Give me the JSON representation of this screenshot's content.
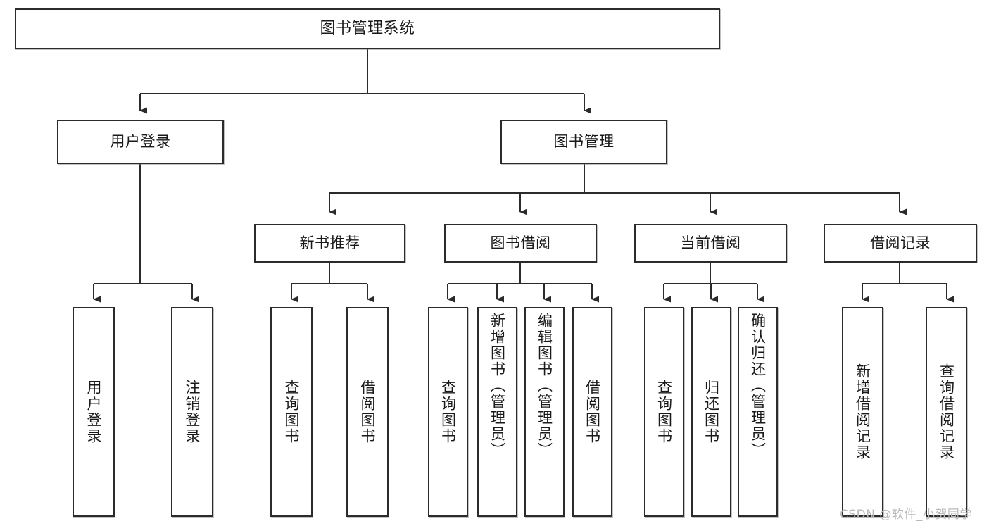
{
  "diagram": {
    "title": "图书管理系统",
    "type": "tree",
    "stroke_color": "#2b2b2b",
    "fill_color": "#ffffff",
    "text_color": "#1a1a1a",
    "watermark": "CSDN @软件_小贺同学",
    "levels": {
      "root": {
        "label": "图书管理系统"
      },
      "level2": [
        {
          "label": "用户登录"
        },
        {
          "label": "图书管理"
        }
      ],
      "level3": [
        {
          "label": "新书推荐"
        },
        {
          "label": "图书借阅"
        },
        {
          "label": "当前借阅"
        },
        {
          "label": "借阅记录"
        }
      ],
      "leaves": {
        "user_login": [
          {
            "label": "用户登录"
          },
          {
            "label": "注销登录"
          }
        ],
        "new_book_recommend": [
          {
            "label": "查询图书"
          },
          {
            "label": "借阅图书"
          }
        ],
        "book_borrow": [
          {
            "label": "查询图书"
          },
          {
            "label": "新增图书（管理员）"
          },
          {
            "label": "编辑图书（管理员）"
          },
          {
            "label": "借阅图书"
          }
        ],
        "current_borrow": [
          {
            "label": "查询图书"
          },
          {
            "label": "归还图书"
          },
          {
            "label": "确认归还（管理员）"
          }
        ],
        "borrow_record": [
          {
            "label": "新增借阅记录"
          },
          {
            "label": "查询借阅记录"
          }
        ]
      }
    }
  }
}
